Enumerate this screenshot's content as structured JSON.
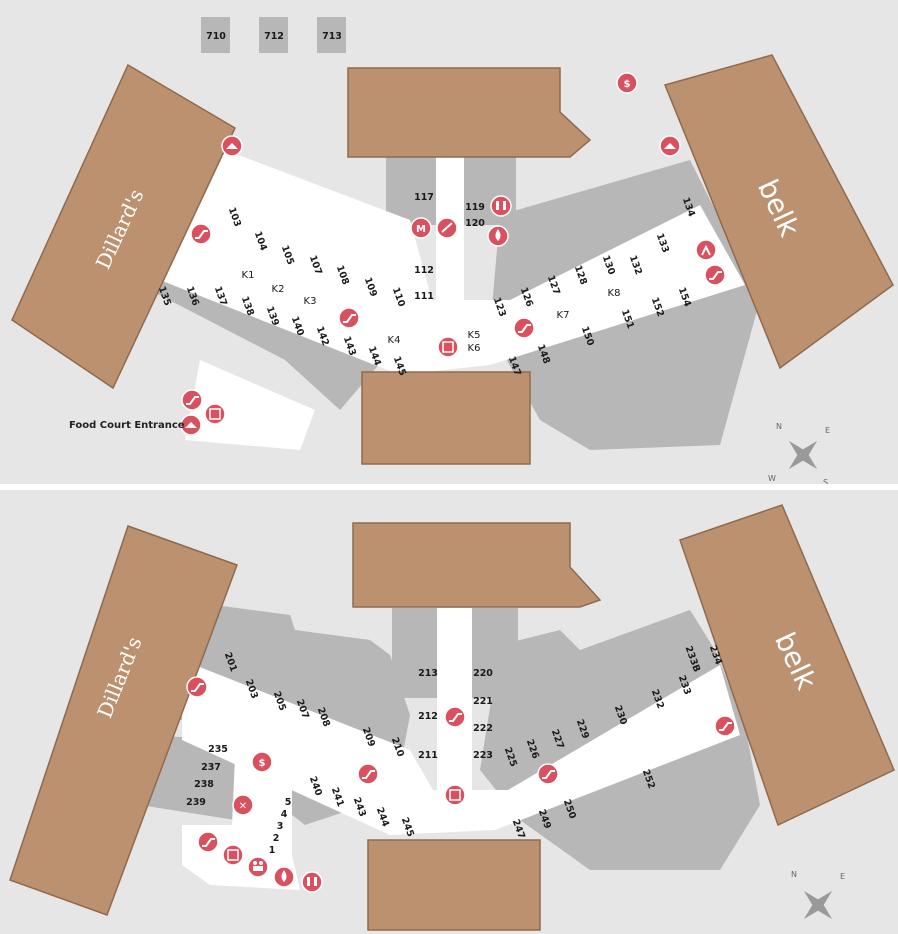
{
  "anchors": {
    "dillards": "Dillard's",
    "belk": "belk"
  },
  "level1": {
    "top_units": [
      "710",
      "712",
      "713"
    ],
    "food_court_label": "Food Court Entrance",
    "units": [
      "117",
      "119",
      "120",
      "103",
      "104",
      "105",
      "107",
      "108",
      "109",
      "110",
      "112",
      "111",
      "134",
      "133",
      "132",
      "130",
      "128",
      "127",
      "126",
      "123",
      "154",
      "152",
      "151",
      "150",
      "148",
      "147",
      "135",
      "136",
      "137",
      "138",
      "139",
      "140",
      "142",
      "143",
      "144",
      "145"
    ],
    "kiosks": [
      "K1",
      "K2",
      "K3",
      "K4",
      "K5",
      "K6",
      "K7",
      "K8"
    ],
    "compass": [
      "N",
      "E",
      "W",
      "S"
    ]
  },
  "level2": {
    "units": [
      "201",
      "203",
      "205",
      "207",
      "208",
      "209",
      "210",
      "211",
      "212",
      "213",
      "220",
      "221",
      "222",
      "223",
      "225",
      "226",
      "227",
      "229",
      "230",
      "232",
      "233",
      "233B",
      "234",
      "235",
      "237",
      "238",
      "239",
      "240",
      "241",
      "243",
      "244",
      "245",
      "247",
      "249",
      "250",
      "252",
      "5",
      "4",
      "3",
      "2",
      "1"
    ],
    "compass": [
      "N",
      "E"
    ]
  },
  "amenities": {
    "escalator": "escalator-icon",
    "elevator": "elevator-icon",
    "atm": "atm-icon",
    "restroom": "restroom-icon",
    "water": "water-fountain-icon",
    "family": "family-restroom-icon",
    "mall_office": "mall-office-icon",
    "cleaning": "cleaning-icon",
    "food": "dining-icon",
    "entrance": "entrance-icon",
    "exit": "exit-icon"
  },
  "glyphs": {
    "atm": "$",
    "mall_office": "M",
    "food": "✕"
  },
  "colors": {
    "anchor": "#bc916f",
    "store": "#b7b7b7",
    "walkway": "#ffffff",
    "background": "#e6e6e6",
    "amenity": "#d9505f"
  }
}
